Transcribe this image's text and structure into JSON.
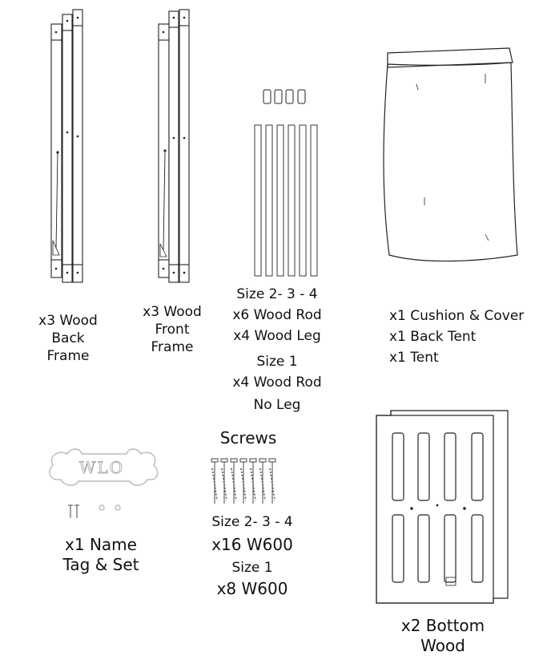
{
  "back_frame": {
    "qty": "x3 Wood",
    "line2": "Back",
    "line3": "Frame"
  },
  "front_frame": {
    "qty": "x3 Wood",
    "line2": "Front",
    "line3": "Frame"
  },
  "rods": {
    "size_a": "Size  2- 3 - 4",
    "rod_a": "x6 Wood Rod",
    "leg_a": "x4 Wood Leg",
    "size_b": "Size 1",
    "rod_b": "x4 Wood Rod",
    "leg_b": "No Leg"
  },
  "cushion": {
    "line1": "x1 Cushion & Cover",
    "line2": "x1 Back Tent",
    "line3": "x1 Tent"
  },
  "screws": {
    "title": "Screws",
    "size_a": "Size  2- 3 - 4",
    "qty_a": "x16 W600",
    "size_b": "Size 1",
    "qty_b": "x8 W600"
  },
  "name_tag": {
    "engraving": "WLO",
    "line1": "x1 Name",
    "line2": "Tag & Set"
  },
  "bottom": {
    "line1": "x2 Bottom",
    "line2": "Wood"
  }
}
